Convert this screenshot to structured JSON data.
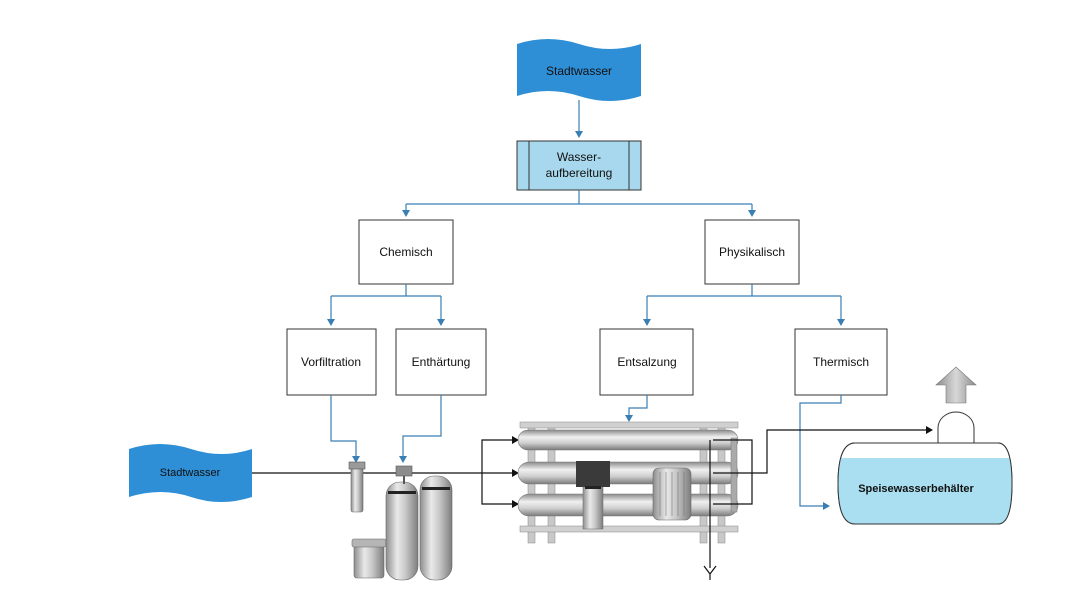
{
  "diagram": {
    "source_top": "Stadtwasser",
    "treatment_line1": "Wasser-",
    "treatment_line2": "aufbereitung",
    "branch_chemical": "Chemisch",
    "branch_physical": "Physikalisch",
    "step_prefiltration": "Vorfiltration",
    "step_softening": "Enthärtung",
    "step_desalination": "Entsalzung",
    "step_thermal": "Thermisch",
    "source_left": "Stadtwasser",
    "feed_tank": "Speisewasserbehälter"
  },
  "colors": {
    "flag_blue": "#2f8fd6",
    "treatment_fill": "#a8d8ee",
    "line_blue": "#3a7fb3",
    "tank_fill": "#a9dff0"
  }
}
